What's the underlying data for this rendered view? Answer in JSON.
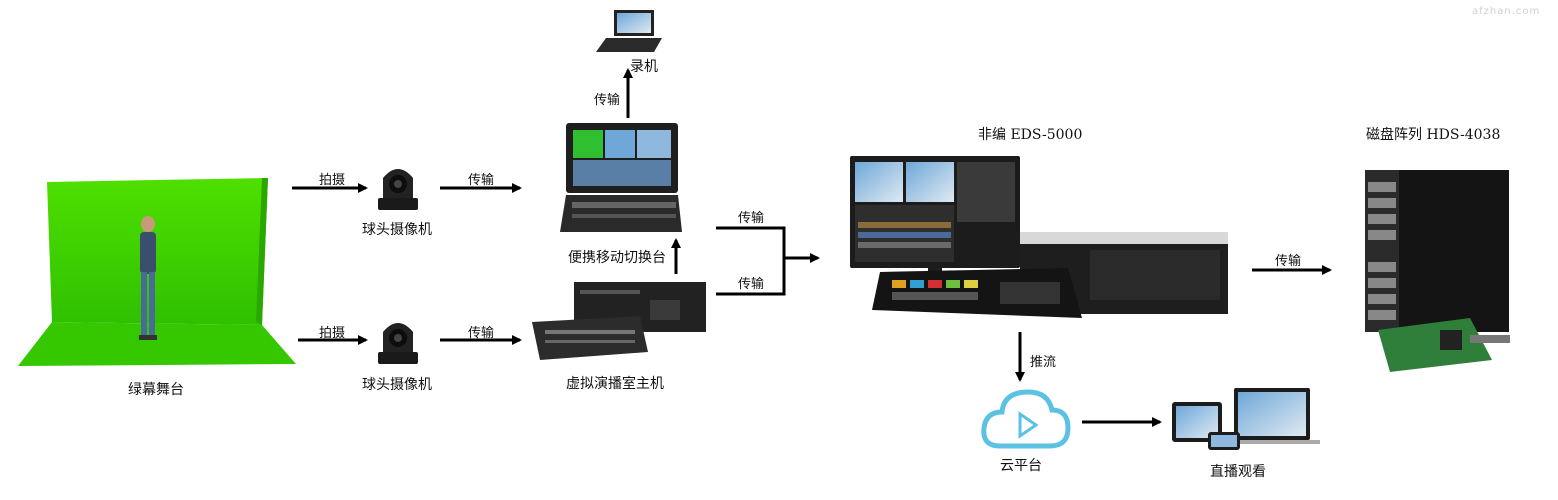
{
  "nodes": {
    "green_stage": "绿幕舞台",
    "ptz_camera_top": "球头摄像机",
    "ptz_camera_bottom": "球头摄像机",
    "portable_switcher": "便携移动切换台",
    "recorder": "录机",
    "virtual_studio_host": "虚拟演播室主机",
    "nonlinear_editor": "非编  EDS-5000",
    "disk_array": "磁盘阵列  HDS-4038",
    "cloud_platform": "云平台",
    "live_viewing": "直播观看"
  },
  "edges": {
    "shoot_top": "拍摄",
    "shoot_bottom": "拍摄",
    "transmit_cam_top": "传输",
    "transmit_cam_bottom": "传输",
    "transmit_recorder": "传输",
    "transmit_switcher_merge": "传输",
    "transmit_host_merge": "传输",
    "transmit_disk": "传输",
    "push_stream": "推流"
  },
  "watermark": "afzhan.com",
  "colors": {
    "green_screen": "#3cd000",
    "cloud": "#5bc2e3",
    "device_dark": "#1e1e1e"
  }
}
